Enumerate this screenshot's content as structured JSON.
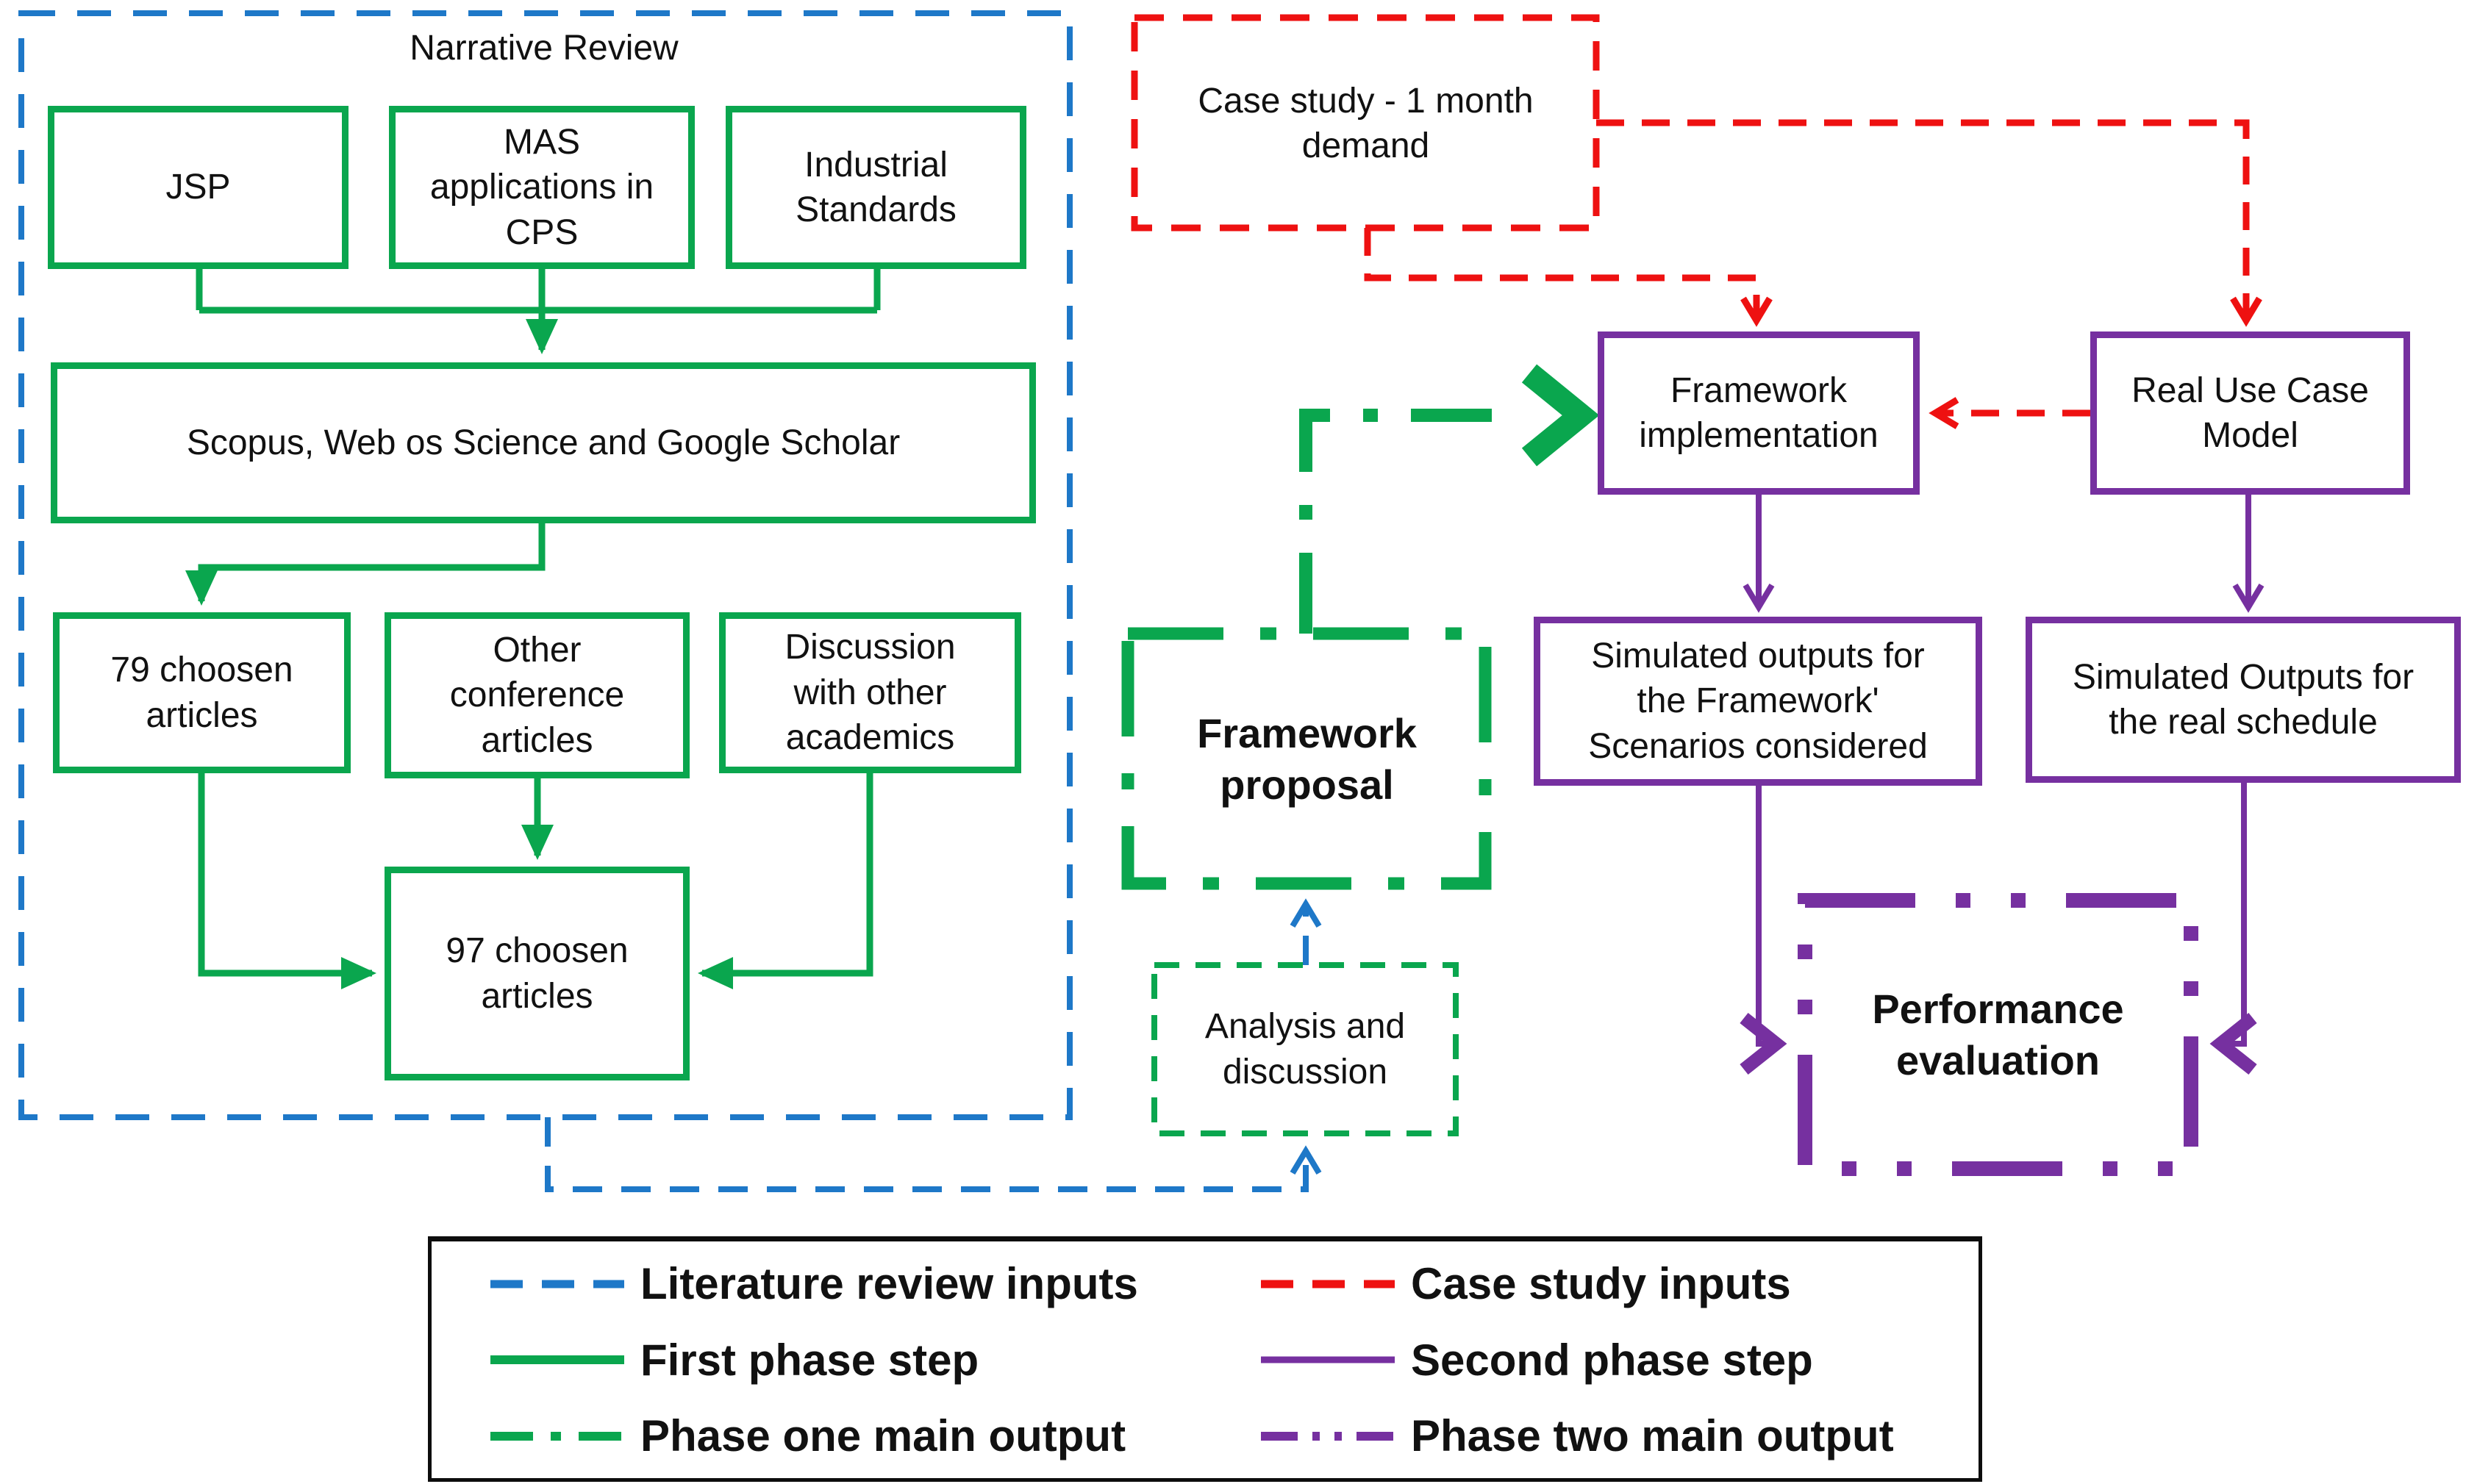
{
  "diagram_title": "Narrative Review",
  "colors": {
    "literature_blue": "#1E78C8",
    "case_red": "#EE1111",
    "phase1_green": "#0AA64E",
    "phase2_purple": "#7630A0",
    "text": "#111111",
    "legend_border": "#0d0d0d"
  },
  "nodes": {
    "jsp": {
      "label": "JSP"
    },
    "mas": {
      "label": "MAS\napplications in\nCPS"
    },
    "industrial": {
      "label": "Industrial\nStandards"
    },
    "scopus": {
      "label": "Scopus, Web os Science and Google Scholar"
    },
    "chosen79": {
      "label": "79 choosen\narticles"
    },
    "other_conference": {
      "label": "Other\nconference\narticles"
    },
    "discussion": {
      "label": "Discussion\nwith other\nacademics"
    },
    "chosen97": {
      "label": "97 choosen\narticles"
    },
    "case_study": {
      "label": "Case study - 1  month\ndemand"
    },
    "framework_implementation": {
      "label": "Framework\nimplementation"
    },
    "real_use_case": {
      "label": "Real Use Case\nModel"
    },
    "sim_framework": {
      "label": "Simulated outputs for\nthe Framework'\nScenarios considered"
    },
    "sim_real": {
      "label": "Simulated Outputs for\nthe real schedule"
    },
    "framework_proposal": {
      "label": "Framework\nproposal"
    },
    "analysis_discussion": {
      "label": "Analysis and\ndiscussion"
    },
    "performance_evaluation": {
      "label": "Performance\nevaluation"
    }
  },
  "legend": {
    "items": [
      {
        "label": "Literature review inputs",
        "line_style": "dashed",
        "color": "#1E78C8"
      },
      {
        "label": "Case study inputs",
        "line_style": "dashed",
        "color": "#EE1111"
      },
      {
        "label": "First phase step",
        "line_style": "solid",
        "color": "#0AA64E"
      },
      {
        "label": "Second phase step",
        "line_style": "solid",
        "color": "#7630A0"
      },
      {
        "label": "Phase one main output",
        "line_style": "dash-dot",
        "color": "#0AA64E"
      },
      {
        "label": "Phase two main output",
        "line_style": "dash-dot-dot",
        "color": "#7630A0"
      }
    ]
  }
}
